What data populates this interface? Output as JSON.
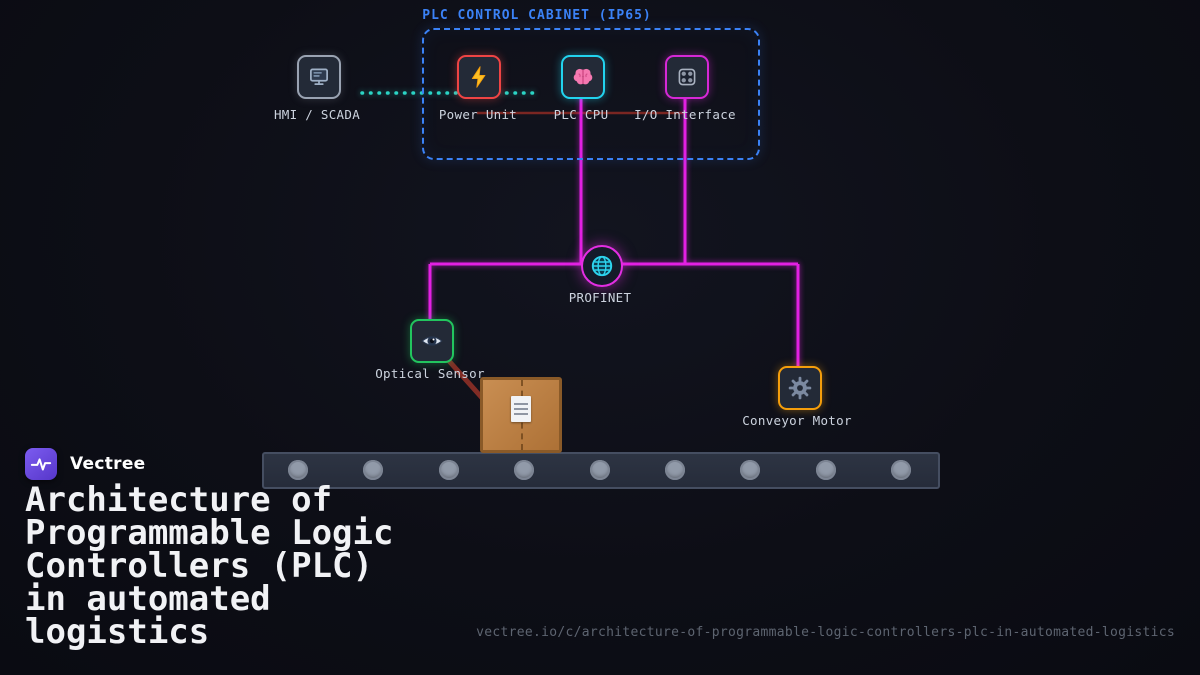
{
  "colors": {
    "background": "#0d0e16",
    "link_magenta": "#e320e3",
    "link_teal_dotted": "#2bd4c5",
    "power_bus_red": "#7a2622",
    "cabinet_blue": "#3b82f6",
    "power_red": "#ef4444",
    "cpu_cyan": "#22d3ee",
    "io_magenta": "#d628d6",
    "sensor_green": "#22c55e",
    "motor_orange": "#f59e0b",
    "brand_purple": "#6d4de0"
  },
  "cabinet": {
    "label": "PLC CONTROL CABINET (IP65)"
  },
  "nodes": {
    "hmi": {
      "label": "HMI / SCADA"
    },
    "power": {
      "label": "Power Unit"
    },
    "cpu": {
      "label": "PLC CPU"
    },
    "io": {
      "label": "I/O Interface"
    },
    "network": {
      "label": "PROFINET"
    },
    "sensor": {
      "label": "Optical Sensor"
    },
    "motor": {
      "label": "Conveyor Motor"
    }
  },
  "conveyor": {
    "roller_count": 9
  },
  "branding": {
    "name": "Vectree",
    "title": "Architecture of Programmable Logic Controllers (PLC) in automated logistics",
    "url": "vectree.io/c/architecture-of-programmable-logic-controllers-plc-in-automated-logistics"
  }
}
